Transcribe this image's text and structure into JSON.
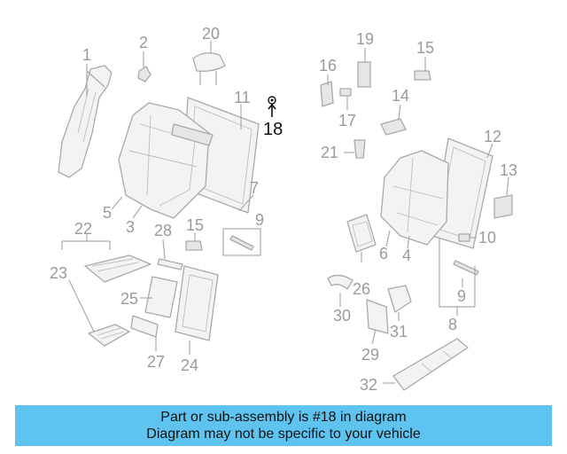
{
  "callouts": {
    "c1": "1",
    "c2": "2",
    "c3": "3",
    "c4": "4",
    "c5": "5",
    "c6": "6",
    "c7": "7",
    "c8": "8",
    "c9a": "9",
    "c9b": "9",
    "c10": "10",
    "c11": "11",
    "c12": "12",
    "c13": "13",
    "c14": "14",
    "c15a": "15",
    "c15b": "15",
    "c16": "16",
    "c17": "17",
    "c18": "18",
    "c19": "19",
    "c20": "20",
    "c21": "21",
    "c22": "22",
    "c23": "23",
    "c24": "24",
    "c25": "25",
    "c26": "26",
    "c27": "27",
    "c28": "28",
    "c29": "29",
    "c30": "30",
    "c31": "31",
    "c32": "32"
  },
  "highlight_part": "18",
  "colors": {
    "banner": "#5fc3f0",
    "parts": "#a9a9a9",
    "highlight": "#111111"
  },
  "banner": {
    "line1": "Part or sub-assembly is #18 in diagram",
    "line2": "Diagram may not be specific to your vehicle"
  }
}
